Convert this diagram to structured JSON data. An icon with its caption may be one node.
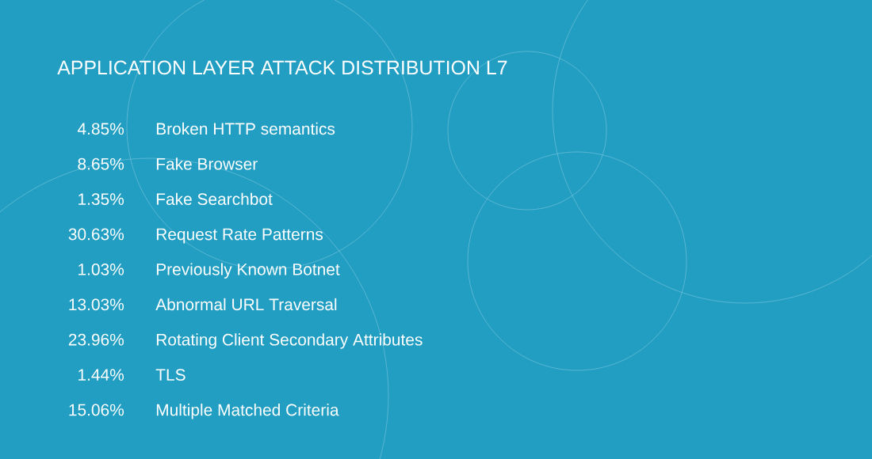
{
  "diagram": {
    "title": "APPLICATION LAYER ATTACK DISTRIBUTION  L7",
    "labels": [
      "4.85%",
      "Broken HTTP semantics",
      "8.65%",
      "Fake Browser",
      "1.35%",
      "Fake Searchbot",
      "30.63%",
      "Request Rate Patterns",
      "1.03%",
      "Previously Known Botnet",
      "13.03%",
      "Abnormal URL Traversal",
      "23.96%",
      "Rotating Client Secondary Attributes",
      "1.44%",
      "TLS",
      "15.06%",
      "Multiple Matched Criteria"
    ]
  }
}
